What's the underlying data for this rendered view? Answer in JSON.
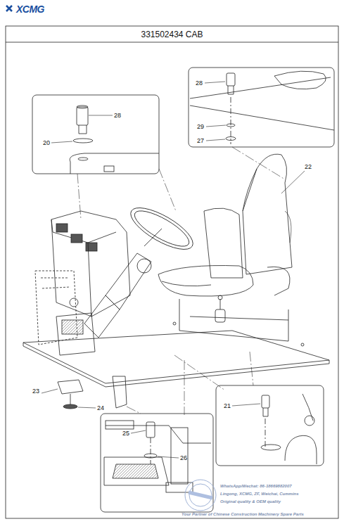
{
  "diagram": {
    "title": "331502434 CAB",
    "labels": [
      "XCMG",
      "28",
      "20",
      "28",
      "29",
      "27",
      "22",
      "23",
      "24",
      "21",
      "25",
      "26",
      "WhatsApp/Wechat: 86-18669882007",
      "Lingong, XCMG, ZF, Weichai, Cummins",
      "Original quality & OEM quality",
      "Your Partner of Chinese Construction Machinery Spare Parts"
    ]
  }
}
